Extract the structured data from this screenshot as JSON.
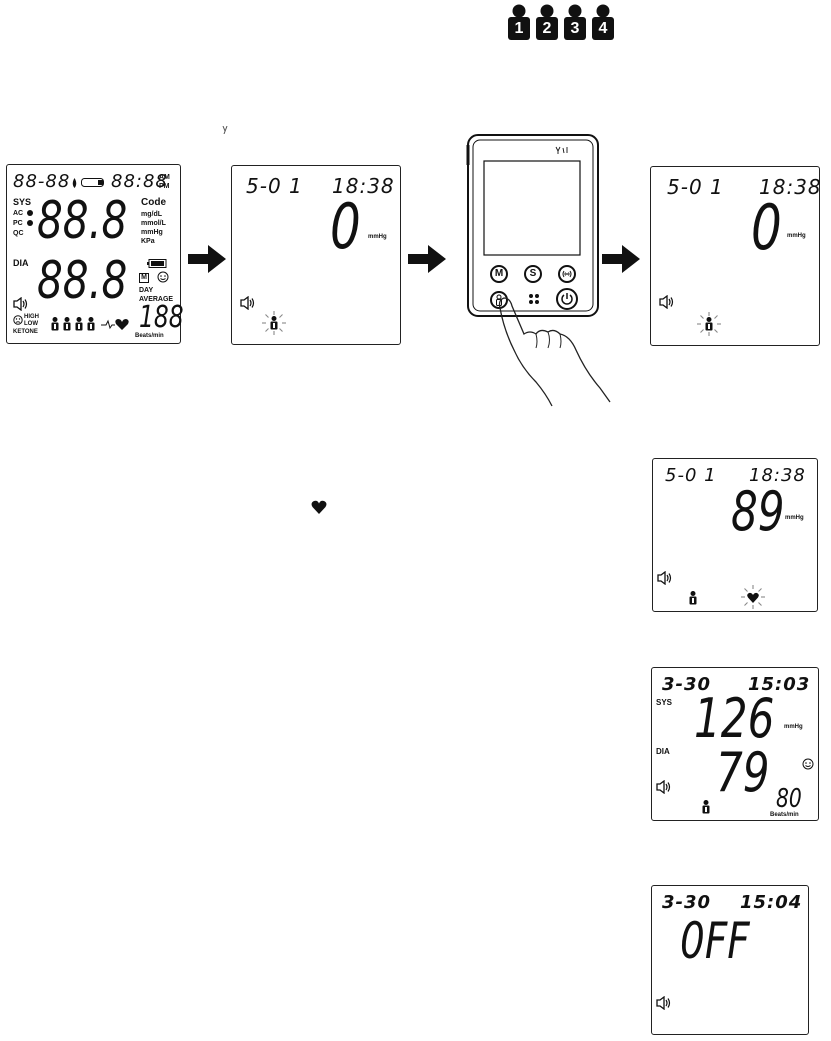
{
  "user_badges": [
    "1",
    "2",
    "3",
    "4"
  ],
  "full_display": {
    "date": "88-88",
    "time": "88:88",
    "am": "AM",
    "pm": "PM",
    "sys": "SYS",
    "ac": "AC",
    "pc": "PC",
    "qc": "QC",
    "dia": "DIA",
    "code": "Code",
    "mgdl": "mg/dL",
    "mmoll": "mmol/L",
    "mmhg": "mmHg",
    "kpa": "KPa",
    "big_top": "88.8",
    "big_bottom": "88.8",
    "m_icon": "M",
    "day": "DAY",
    "average": "AVERAGE",
    "high": "HIGH",
    "low": "LOW",
    "ketone": "KETONE",
    "pulse": "188",
    "beats": "Beats/min"
  },
  "screen_zero_1": {
    "date": "5-0 1",
    "time": "18:38",
    "value": "0",
    "unit": "mmHg"
  },
  "device": {
    "m_label": "M",
    "s_label": "S"
  },
  "screen_zero_2": {
    "date": "5-0 1",
    "time": "18:38",
    "value": "0",
    "unit": "mmHg"
  },
  "screen_measuring": {
    "date": "5-0 1",
    "time": "18:38",
    "value": "89",
    "unit": "mmHg"
  },
  "screen_result": {
    "date": "3-30",
    "time": "15:03",
    "sys_label": "SYS",
    "dia_label": "DIA",
    "sys": "126",
    "dia": "79",
    "unit": "mmHg",
    "pulse": "80",
    "beats": "Beats/min"
  },
  "screen_off": {
    "date": "3-30",
    "time": "15:04",
    "text": "0FF"
  },
  "colors": {
    "ink": "#111111",
    "background": "#ffffff",
    "gray": "#9a9a9a"
  }
}
